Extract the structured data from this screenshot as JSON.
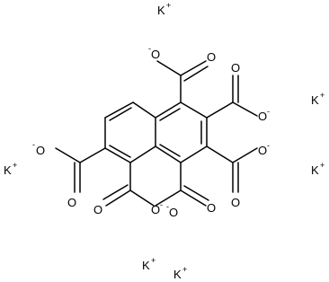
{
  "molecule": {
    "counter_ions": [
      {
        "symbol": "K",
        "charge": "+"
      },
      {
        "symbol": "K",
        "charge": "+"
      },
      {
        "symbol": "K",
        "charge": "+"
      },
      {
        "symbol": "K",
        "charge": "+"
      },
      {
        "symbol": "K",
        "charge": "+"
      },
      {
        "symbol": "K",
        "charge": "+"
      }
    ],
    "carboxylates": [
      {
        "carbonyl": "O",
        "anion": "O",
        "charge": "-"
      },
      {
        "carbonyl": "O",
        "anion": "O",
        "charge": "-"
      },
      {
        "carbonyl": "O",
        "anion": "O",
        "charge": "-"
      },
      {
        "carbonyl": "O",
        "anion": "O",
        "charge": "-"
      },
      {
        "carbonyl": "O",
        "anion": "O",
        "charge": "-"
      },
      {
        "carbonyl": "O",
        "anion": "O",
        "charge": "-"
      }
    ]
  }
}
